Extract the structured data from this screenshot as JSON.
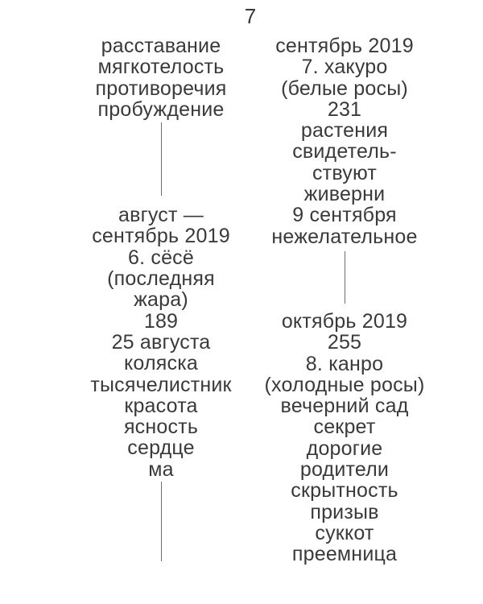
{
  "page_number": "7",
  "colors": {
    "background": "#ffffff",
    "text": "#3a3a3a",
    "divider_line": "#6f6f6f"
  },
  "columns": {
    "left": {
      "block1": [
        "расставание",
        "мягкотелость",
        "противоречия",
        "пробуждение"
      ],
      "block2": [
        "август —",
        "сентябрь 2019",
        "6. сёсё",
        "(последняя",
        "жара)",
        "189",
        "25 августа",
        "коляска",
        "тысячелистник",
        "красота",
        "ясность",
        "сердце",
        "ма"
      ]
    },
    "right": {
      "block1": [
        "сентябрь 2019",
        "7. хакуро",
        "(белые росы)",
        "231",
        "растения",
        "свидетель-",
        "ствуют",
        "живерни",
        "9 сентября",
        "нежелательное"
      ],
      "block2": [
        "октябрь 2019",
        "255",
        "8. канро",
        "(холодные росы)",
        "вечерний сад",
        "секрет",
        "дорогие",
        "родители",
        "скрытность",
        "призыв",
        "суккот",
        "преемница"
      ]
    }
  }
}
